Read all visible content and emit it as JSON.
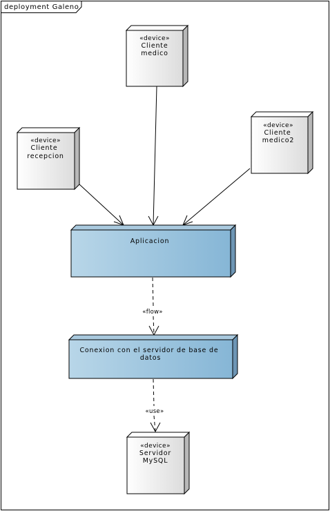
{
  "frame": {
    "title": "deployment Galeno"
  },
  "nodes": {
    "cliente_medico": {
      "stereotype": "«device»",
      "name_lines": [
        "Cliente",
        "medico"
      ]
    },
    "cliente_recepcion": {
      "stereotype": "«device»",
      "name_lines": [
        "Cliente",
        "recepcion"
      ]
    },
    "cliente_medico2": {
      "stereotype": "«device»",
      "name_lines": [
        "Cliente",
        "medico2"
      ]
    },
    "aplicacion": {
      "name_lines": [
        "Aplicacion"
      ]
    },
    "conexion": {
      "name_lines": [
        "Conexion con el servidor de base de",
        "datos"
      ]
    },
    "servidor": {
      "stereotype": "«device»",
      "name_lines": [
        "Servidor",
        "MySQL"
      ]
    }
  },
  "edges": {
    "flow": {
      "label": "«flow»"
    },
    "use": {
      "label": "«use»"
    }
  },
  "colors": {
    "device_face_start": "#ffffff",
    "device_face_end": "#dcdcdc",
    "component_face_start": "#b8d6e8",
    "component_face_end": "#86b6d6",
    "component_side": "#6d95b4",
    "component_top": "#a9c9de",
    "stroke": "#000000"
  }
}
